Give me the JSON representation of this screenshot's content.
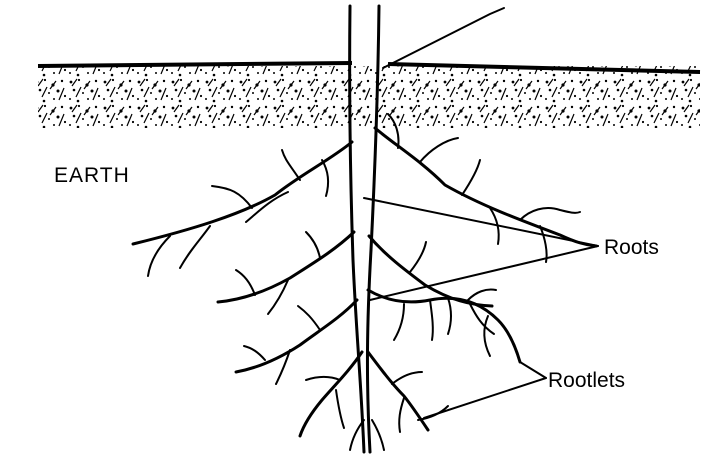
{
  "labels": {
    "earth": "EARTH",
    "roots": "Roots",
    "rootlets": "Rootlets"
  },
  "colors": {
    "ink": "#000000",
    "background": "#ffffff"
  }
}
